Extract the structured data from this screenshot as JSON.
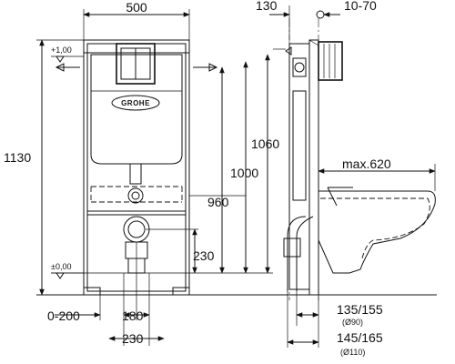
{
  "drawing": {
    "brand": "GROHE",
    "front": {
      "width_label": "500",
      "height_label": "1130",
      "level_top": "+1,00",
      "level_floor": "±0,00",
      "h960": "960",
      "h1000": "1000",
      "h1060": "1060",
      "h230": "230",
      "w180": "180",
      "w230": "230",
      "offset": "0-200"
    },
    "side": {
      "depth_label": "130",
      "adjust_label": "10-70",
      "max_label": "max.620",
      "pipe1_label": "135/155",
      "pipe1_sub": "(Ø90)",
      "pipe2_label": "145/165",
      "pipe2_sub": "(Ø110)"
    }
  }
}
